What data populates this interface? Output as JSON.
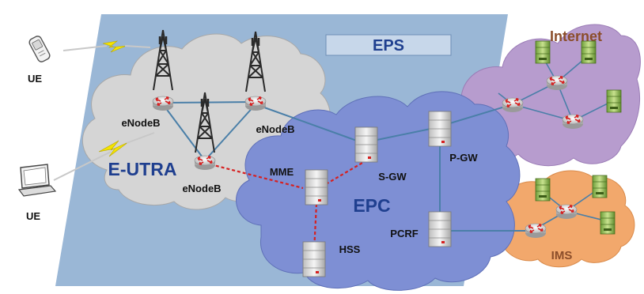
{
  "labels": {
    "eps": "EPS",
    "internet": "Internet",
    "e_utra": "E-UTRA",
    "epc": "EPC",
    "ims": "IMS",
    "ue_top": "UE",
    "ue_bottom": "UE",
    "enodeb_left": "eNodeB",
    "enodeb_right": "eNodeB",
    "enodeb_bottom": "eNodeB",
    "mme": "MME",
    "s_gw": "S-GW",
    "p_gw": "P-GW",
    "hss": "HSS",
    "pcrf": "PCRF"
  },
  "colors": {
    "eps_plane": "#9ab7d6",
    "eutra_cloud": "#d5d5d5",
    "epc_cloud": "#7e8fd4",
    "internet_cloud": "#b79cce",
    "ims_cloud": "#f2a86c",
    "eps_text": "#1f3f8f",
    "internet_text": "#8b4d2a",
    "ims_text": "#8b4d2a",
    "link_blue": "#4a7fa8",
    "link_red_dotted": "#d62020",
    "lightning": "#f5e400"
  },
  "icons": [
    "mobile-phone-icon",
    "laptop-icon",
    "antenna-tower-icon",
    "router-icon",
    "server-icon",
    "lightning-icon"
  ]
}
